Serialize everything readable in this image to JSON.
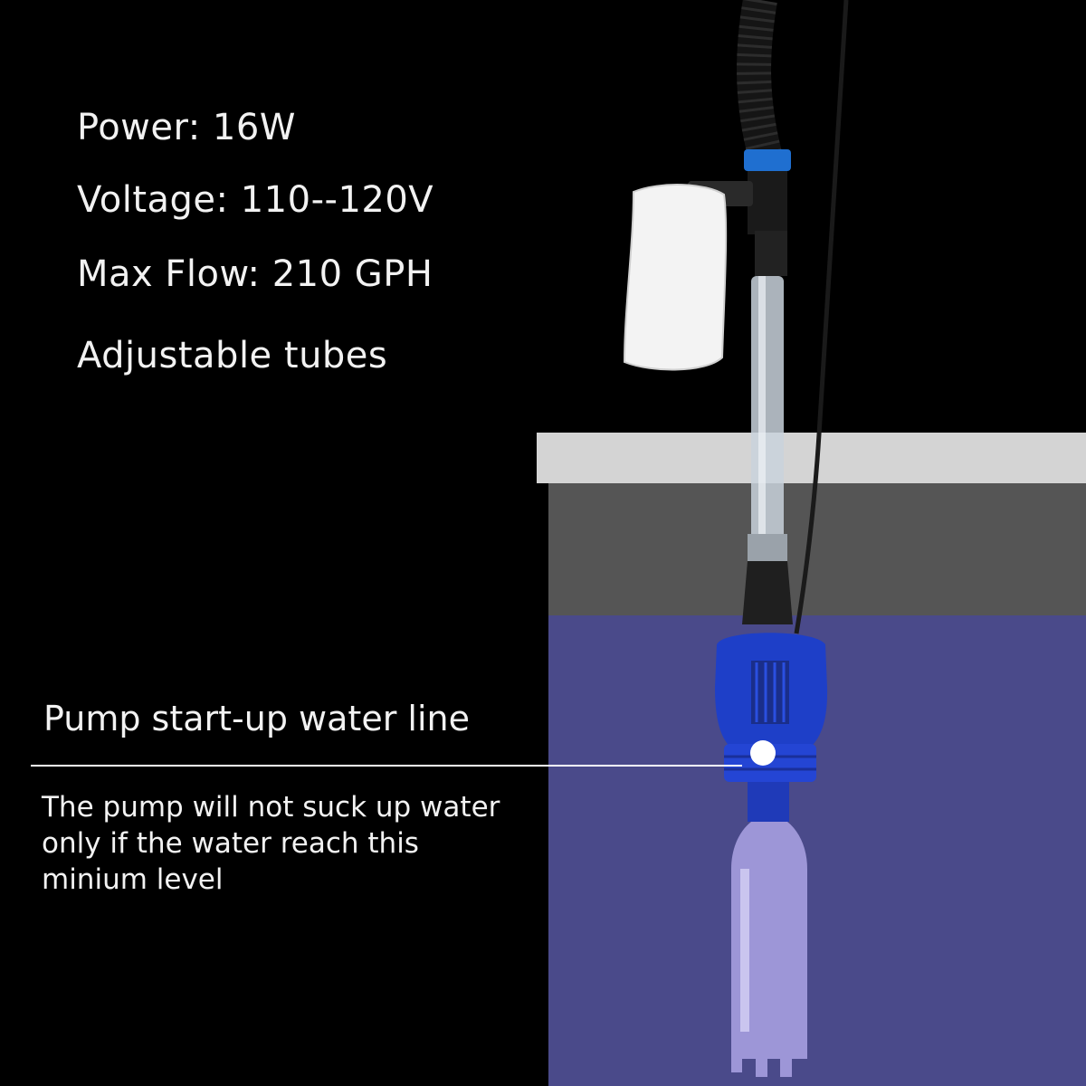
{
  "specs": {
    "power": "Power: 16W",
    "voltage": "Voltage: 110--120V",
    "max_flow": "Max Flow: 210 GPH",
    "tubes": "Adjustable tubes"
  },
  "callout": {
    "title": "Pump start-up water line",
    "note_lines": [
      "The pump will not suck up water",
      "only if the water reach this",
      "minium level"
    ]
  },
  "colors": {
    "background": "#000000",
    "tank_rim": "#d4d4d4",
    "tank_wall": "#555555",
    "water": "#4a4a8a",
    "pump_blue": "#1e3fc8",
    "marker": "#ffffff"
  },
  "icons": {
    "pump": "aquarium-gravel-vacuum-pump"
  }
}
